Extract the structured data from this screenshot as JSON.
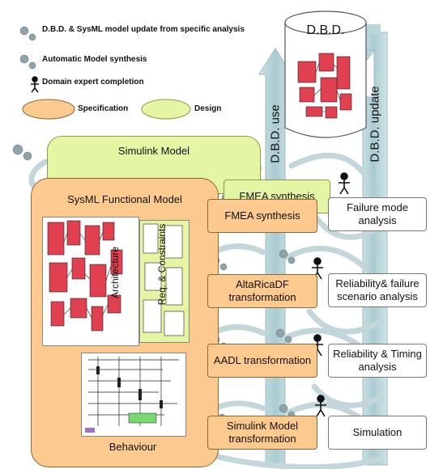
{
  "legend": {
    "dbd_update": "D.B.D. & SysML model update from specific analysis",
    "auto_synthesis": "Automatic Model synthesis",
    "expert_completion": "Domain expert completion",
    "specification": "Specification",
    "design": "Design"
  },
  "database": {
    "title": "D.B.D."
  },
  "columns": {
    "use": "D.B.D. use",
    "update": "D.B.D. update"
  },
  "simulink_model": {
    "title": "Simulink Model"
  },
  "sysml_model": {
    "title": "SysML Functional Model",
    "architecture": "Architecture",
    "req_constraints": "Req. & Constraints",
    "behaviour": "Behaviour"
  },
  "fmea_back": {
    "label": "FMEA synthesis"
  },
  "transformations": [
    {
      "label": "FMEA synthesis"
    },
    {
      "label": "AltaRicaDF transformation"
    },
    {
      "label": "AADL transformation"
    },
    {
      "label": "Simulink Model transformation"
    }
  ],
  "analyses": [
    {
      "label": "Failure mode analysis"
    },
    {
      "label": "Reliability& failure scenario analysis"
    },
    {
      "label": "Reliability & Timing analysis"
    },
    {
      "label": "Simulation"
    }
  ],
  "colors": {
    "specification": "#fcc98e",
    "design": "#e4f6a3",
    "arrow": "#b9d6db",
    "diagram_red": "#e04050"
  }
}
